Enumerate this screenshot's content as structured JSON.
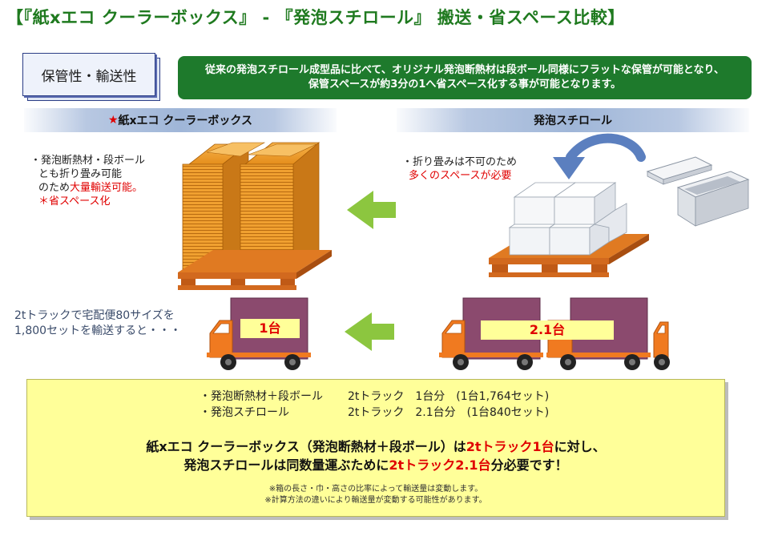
{
  "title": "【『紙xエコ クーラーボックス』 - 『発泡スチロール』 搬送・省スペース比較】",
  "label_box": "保管性・輸送性",
  "banner": {
    "line1": "従来の発泡スチロール成型品に比べて、オリジナル発泡断熱材は段ボール同様にフラットな保管が可能となり、",
    "line2": "保管スペースが約3分の1へ省スペース化する事が可能となります。"
  },
  "left_band": {
    "star": "★",
    "text": "紙xエコ クーラーボックス"
  },
  "right_band": {
    "text": "発泡スチロール"
  },
  "left_note": {
    "line1": "・発泡断熱材・段ボール",
    "line2": "とも折り畳み可能",
    "line3_a": "のため",
    "line3_b": "大量輸送可能。",
    "line4": "＊省スペース化"
  },
  "right_note": {
    "line1": "・折り畳みは不可のため",
    "line2": "多くのスペースが必要"
  },
  "truck_note": {
    "line1": "2tトラックで宅配便80サイズを",
    "line2": "1,800セットを輸送すると・・・"
  },
  "trucks": {
    "left_label": "1台",
    "right_label": "2.1台"
  },
  "info": {
    "row1_name": "・発泡断熱材＋段ボール",
    "row1_value": "2tトラック　1台分　(1台1,764セット)",
    "row2_name": "・発泡スチロール",
    "row2_value": "2tトラック　2.1台分　(1台840セット)",
    "summary_1a": "紙xエコ クーラーボックス（発泡断熱材＋段ボール）は",
    "summary_1b": "2tトラック1台",
    "summary_1c": "に対し、",
    "summary_2a": "発泡スチロールは同数量運ぶために",
    "summary_2b": "2tトラック2.1台",
    "summary_2c": "分必要です！",
    "note1": "※箱の長さ・巾・高さの比率によって輸送量は変動します。",
    "note2": "※計算方法の違いにより輸送量が変動する可能性があります。"
  },
  "colors": {
    "title": "#1f7a1f",
    "banner": "#1e7a2c",
    "arrow": "#8cc63f",
    "truck_cab": "#f07a20",
    "truck_body": "#8b4a6e",
    "accent_red": "#e00000",
    "info_bg": "#ffff99",
    "pallet": "#d2691e",
    "cardboard": "#f0a030"
  }
}
